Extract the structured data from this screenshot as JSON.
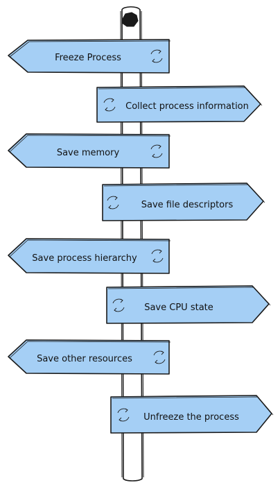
{
  "colors": {
    "sign_fill": "#a5cff5",
    "stroke": "#1a1a1a",
    "post_fill": "#ffffff"
  },
  "icon": "cycle-arrows-icon",
  "signs": [
    {
      "label": "Freeze Process",
      "direction": "left"
    },
    {
      "label": "Collect process information",
      "direction": "right"
    },
    {
      "label": "Save memory",
      "direction": "left"
    },
    {
      "label": "Save file descriptors",
      "direction": "right"
    },
    {
      "label": "Save process hierarchy",
      "direction": "left"
    },
    {
      "label": "Save CPU state",
      "direction": "right"
    },
    {
      "label": "Save other resources",
      "direction": "left"
    },
    {
      "label": "Unfreeze the process",
      "direction": "right"
    }
  ]
}
